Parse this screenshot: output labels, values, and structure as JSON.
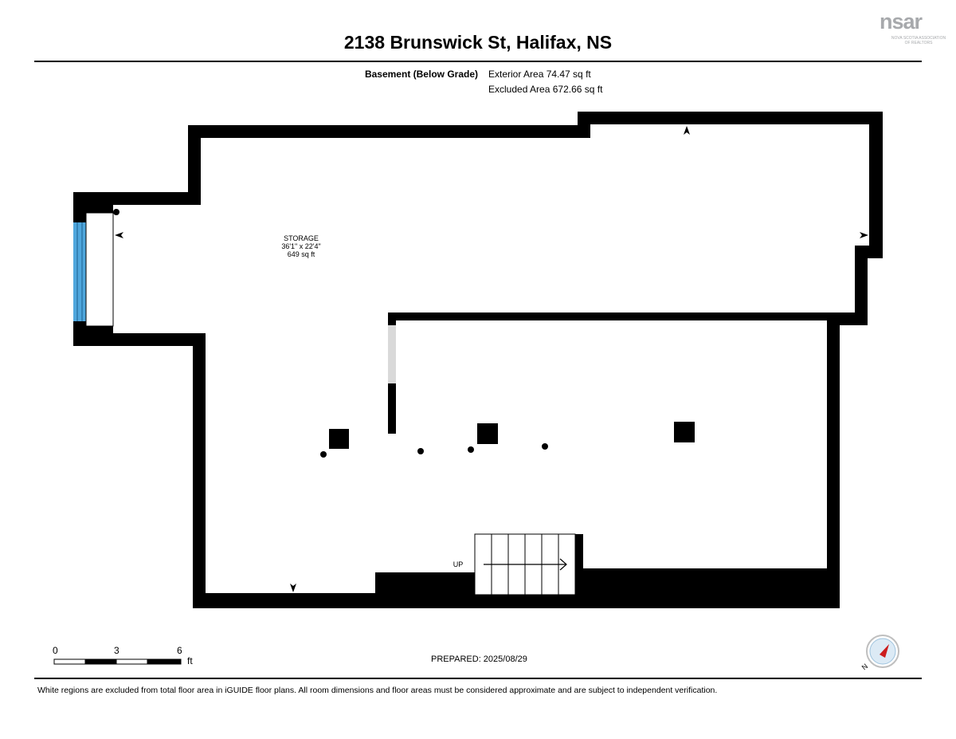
{
  "header": {
    "logo_text": "nsar",
    "logo_subtext": "Nova Scotia Association of Realtors",
    "title": "2138 Brunswick St, Halifax, NS"
  },
  "floor_info": {
    "floor_label": "Basement (Below Grade)",
    "exterior_area": "Exterior Area 74.47 sq ft",
    "excluded_area": "Excluded Area 672.66 sq ft"
  },
  "rooms": [
    {
      "name": "STORAGE",
      "dimensions": "36'1\" x 22'4\"",
      "area": "649 sq ft"
    }
  ],
  "stairs": {
    "label": "UP"
  },
  "scale_bar": {
    "ticks": [
      "0",
      "3",
      "6"
    ],
    "unit": "ft"
  },
  "prepared": "PREPARED: 2025/08/29",
  "compass": {
    "letter": "N"
  },
  "footer": "White regions are excluded from total floor area in iGUIDE floor plans. All room dimensions and floor areas must be considered approximate and are subject to independent verification.",
  "colors": {
    "wall": "#000000",
    "window": "#4fa7dd",
    "door": "#d9d9d9",
    "compass_needle": "#e02020"
  }
}
